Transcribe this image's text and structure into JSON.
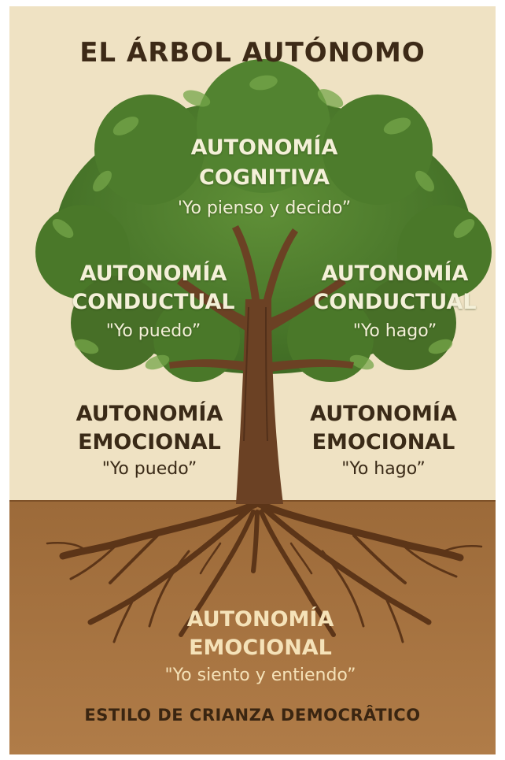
{
  "title": "EL ÁRBOL AUTÓNOMO",
  "crown": {
    "top": {
      "line1": "AUTONOMÍA",
      "line2": "COGNITIVA",
      "quote": "'Yo pienso y decido”"
    },
    "left": {
      "line1": "AUTONOMÍA",
      "line2": "CONDUCTUAL",
      "quote": "\"Yo puedo”"
    },
    "right": {
      "line1": "AUTONOMÍA",
      "line2": "CONDUCTUAL",
      "quote": "\"Yo hago”"
    }
  },
  "trunk": {
    "left": {
      "line1": "AUTONOMÍA",
      "line2": "EMOCIONAL",
      "quote": "\"Yo puedo”"
    },
    "right": {
      "line1": "AUTONOMÍA",
      "line2": "EMOCIONAL",
      "quote": "\"Yo hago”"
    }
  },
  "roots": {
    "line1": "AUTONOMÍA",
    "line2": "EMOCIONAL",
    "quote": "\"Yo siento y entiendo”"
  },
  "footer": "ESTILO DE CRIANZA DEMOCRÂTICO",
  "colors": {
    "sky": "#efe2c3",
    "soil": "#a5713e",
    "foliage": "#4e7d2d",
    "leaf_light": "#6f9e45",
    "trunk": "#6b4124",
    "title_text": "#3d2a17"
  }
}
